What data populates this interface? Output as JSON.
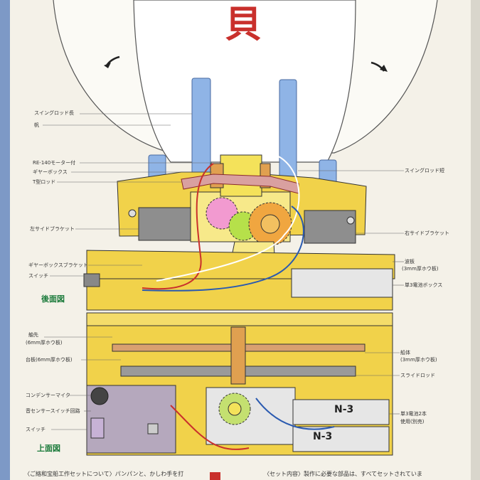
{
  "title_char": "貝",
  "rear_view": {
    "badge": "後面図",
    "labels_left": [
      "スイングロッド長",
      "帆",
      "RE-140モーター付",
      "ギヤーボックス",
      "T型ロッド",
      "左サイドブラケット",
      "ギヤーボックスブラケット",
      "スイッチ"
    ],
    "labels_right": [
      "スイングロッド短",
      "右サイドブラケット",
      "波板",
      "(3mm厚ホウ板)",
      "単3電池ボックス"
    ]
  },
  "top_view": {
    "badge": "上面図",
    "labels_left": [
      "舳先",
      "(6mm厚ホウ板)",
      "台板(6mm厚ホウ板)",
      "コンデンサーマイク",
      "音センサースイッチ回路",
      "スイッチ"
    ],
    "labels_right": [
      "船体",
      "(3mm厚ホウ板)",
      "スライドロッド",
      "単3電池2本",
      "使用(別売)"
    ],
    "battery_labels": [
      "N-3",
      "N-3"
    ]
  },
  "footer": {
    "left": "〈ご絡和宝船工作セットについて〉パンパンと、かしわ手を打",
    "right": "〈セット内容〉製作に必要な部品は、すべてセットされていま"
  },
  "colors": {
    "yellow": "#f1d24a",
    "gray": "#8e8e8e",
    "blue": "#8fb4e6",
    "pink": "#f29ad0",
    "green": "#b6e04a",
    "orange": "#f0a640",
    "red": "#c9302c",
    "badge_green": "#1a7a3a"
  }
}
